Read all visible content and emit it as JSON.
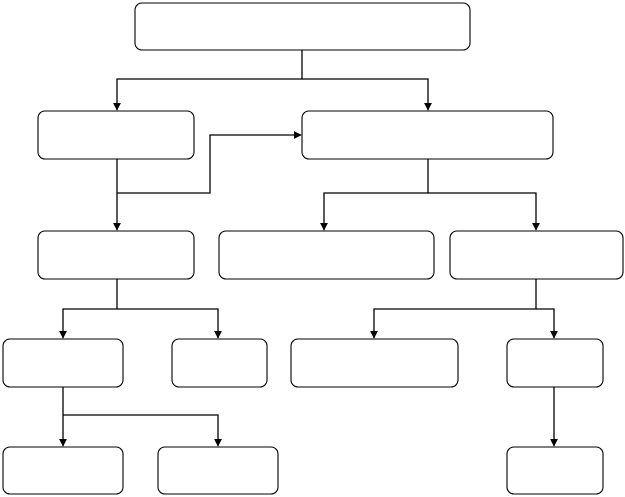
{
  "colors": {
    "line": "#000000",
    "box_fill": "#ffffff",
    "box_stroke": "#000000",
    "background": "#ffffff"
  },
  "nodes": [
    {
      "id": "n1",
      "label": ""
    },
    {
      "id": "n2",
      "label": ""
    },
    {
      "id": "n3",
      "label": ""
    },
    {
      "id": "n4",
      "label": ""
    },
    {
      "id": "n5",
      "label": ""
    },
    {
      "id": "n6",
      "label": ""
    },
    {
      "id": "n7",
      "label": ""
    },
    {
      "id": "n8",
      "label": ""
    },
    {
      "id": "n9",
      "label": ""
    },
    {
      "id": "n10",
      "label": ""
    },
    {
      "id": "n11",
      "label": ""
    },
    {
      "id": "n12",
      "label": ""
    },
    {
      "id": "n13",
      "label": ""
    },
    {
      "id": "n14",
      "label": ""
    }
  ],
  "edges": [
    {
      "from": "n1",
      "to": "n2"
    },
    {
      "from": "n1",
      "to": "n3"
    },
    {
      "from": "n2",
      "to": "n4"
    },
    {
      "from": "n2",
      "to": "n3"
    },
    {
      "from": "n3",
      "to": "n5"
    },
    {
      "from": "n3",
      "to": "n6"
    },
    {
      "from": "n4",
      "to": "n7"
    },
    {
      "from": "n4",
      "to": "n8"
    },
    {
      "from": "n6",
      "to": "n9"
    },
    {
      "from": "n6",
      "to": "n10"
    },
    {
      "from": "n7",
      "to": "n11"
    },
    {
      "from": "n7",
      "to": "n12"
    },
    {
      "from": "n10",
      "to": "n13"
    }
  ]
}
